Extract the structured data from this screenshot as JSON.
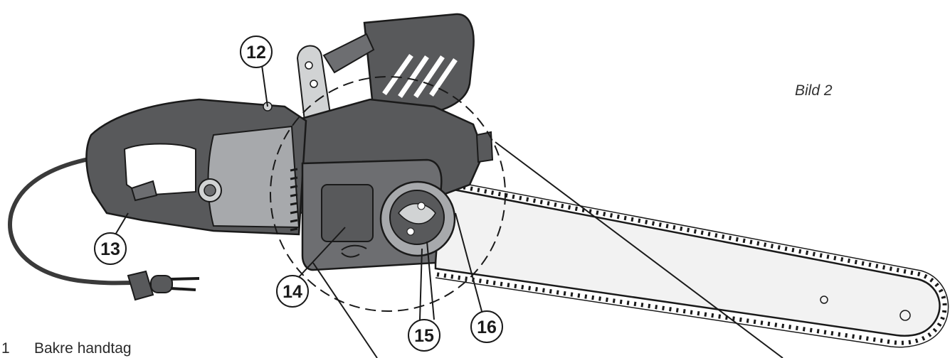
{
  "figure_caption": "Bild 2",
  "callouts": [
    {
      "id": "12",
      "label": "12"
    },
    {
      "id": "13",
      "label": "13"
    },
    {
      "id": "14",
      "label": "14"
    },
    {
      "id": "15",
      "label": "15"
    },
    {
      "id": "16",
      "label": "16"
    }
  ],
  "legend": [
    {
      "number": "1",
      "text": "Bakre handtag"
    }
  ],
  "colors": {
    "body_dark": "#58595b",
    "body_mid": "#6d6e71",
    "body_light": "#a7a9ac",
    "outline": "#1a1a1a",
    "bar": "#f2f2f2"
  }
}
